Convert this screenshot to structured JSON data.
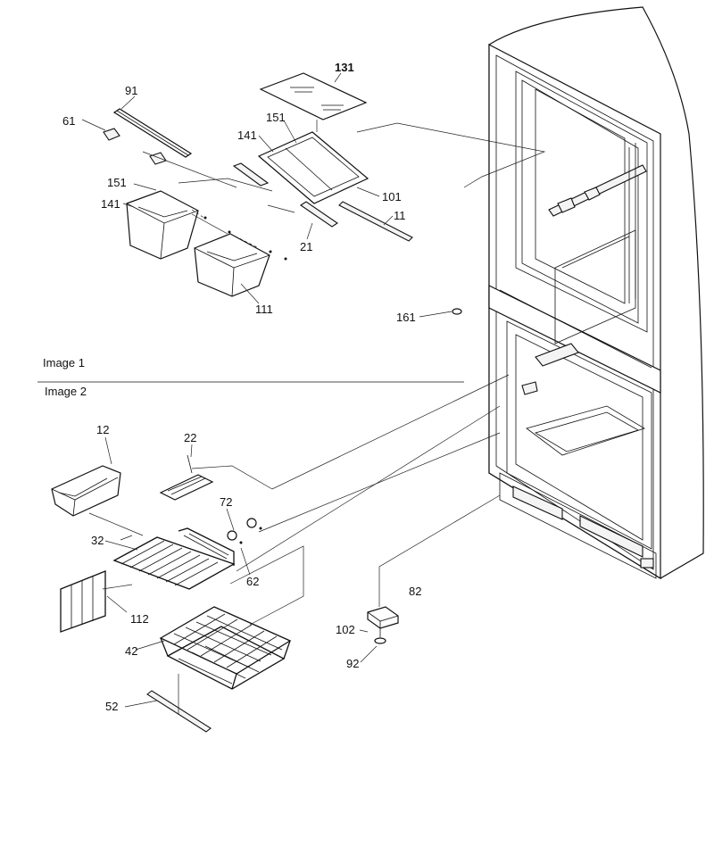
{
  "sections": [
    {
      "id": "image1",
      "label": "Image 1"
    },
    {
      "id": "image2",
      "label": "Image 2"
    }
  ],
  "callouts": {
    "p131": "131",
    "p91": "91",
    "p61": "61",
    "p151a": "151",
    "p141a": "141",
    "p151b": "151",
    "p141b": "141",
    "p101": "101",
    "p11": "11",
    "p21": "21",
    "p111": "111",
    "p161": "161",
    "p12": "12",
    "p22": "22",
    "p72": "72",
    "p32": "32",
    "p62": "62",
    "p112": "112",
    "p42": "42",
    "p52": "52",
    "p82": "82",
    "p102": "102",
    "p92": "92"
  }
}
